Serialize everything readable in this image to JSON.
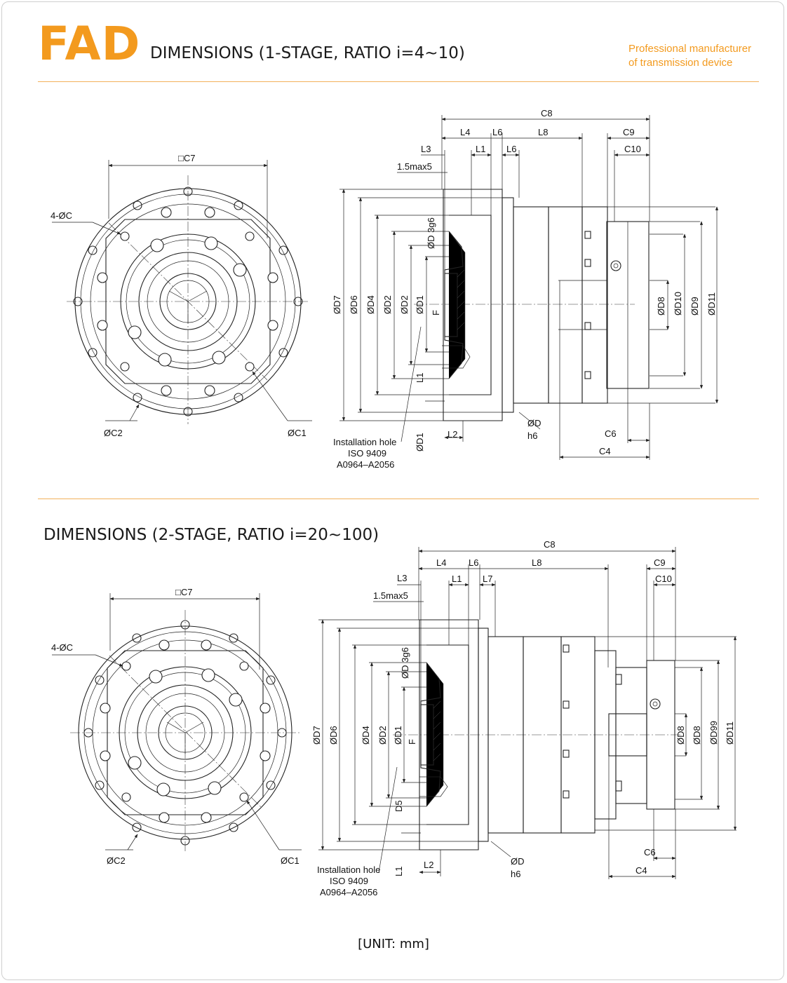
{
  "brand": "FAD",
  "tagline": [
    "Professional manufacturer",
    "of transmission device"
  ],
  "section1": {
    "title": "DIMENSIONS (1-STAGE, RATIO i=4~10)",
    "front_labels": {
      "c7": "□C7",
      "c": "4-ØC",
      "c2": "ØC2",
      "c1": "ØC1"
    },
    "side_labels": {
      "c8": "C8",
      "l4": "L4",
      "l6a": "L6",
      "l8": "L8",
      "c9": "C9",
      "l3": "L3",
      "l1": "L1",
      "l6b": "L6",
      "c10": "C10",
      "max": "1.5max5",
      "d3": "ØD 3g6",
      "d7": "ØD7",
      "d6": "ØD6",
      "d4": "ØD4",
      "d2a": "ØD2",
      "d2b": "ØD2",
      "d1": "ØD1",
      "d8": "ØD8",
      "d10": "ØD10",
      "d9": "ØD9",
      "d11": "ØD11",
      "l1b": "L1",
      "f": "F",
      "d1b": "ØD1",
      "l2": "L2",
      "d": "ØD",
      "h6": "h6",
      "c6": "C6",
      "c4": "C4"
    },
    "install": [
      "Installation hole",
      "ISO 9409",
      "A0964–A2056"
    ]
  },
  "section2": {
    "title": "DIMENSIONS (2-STAGE, RATIO i=20~100)",
    "front_labels": {
      "c7": "□C7",
      "c": "4-ØC",
      "c2": "ØC2",
      "c1": "ØC1"
    },
    "side_labels": {
      "c8": "C8",
      "l4": "L4",
      "l6": "L6",
      "l8": "L8",
      "c9": "C9",
      "l3": "L3",
      "l1": "L1",
      "l7": "L7",
      "c10": "C10",
      "max": "1.5max5",
      "d3": "ØD 3g6",
      "d7": "ØD7",
      "d6": "ØD6",
      "d4": "ØD4",
      "d2": "ØD2",
      "d1": "ØD1",
      "d8a": "ØD8",
      "d8b": "ØD8",
      "d99": "ØD99",
      "d11": "ØD11",
      "d5": "D5",
      "f": "F",
      "l1b": "L1",
      "l2": "L2",
      "d": "ØD",
      "h6": "h6",
      "c6": "C6",
      "c4": "C4"
    },
    "install": [
      "Installation hole",
      "ISO 9409",
      "A0964–A2056"
    ]
  },
  "unit": "[UNIT: mm]"
}
